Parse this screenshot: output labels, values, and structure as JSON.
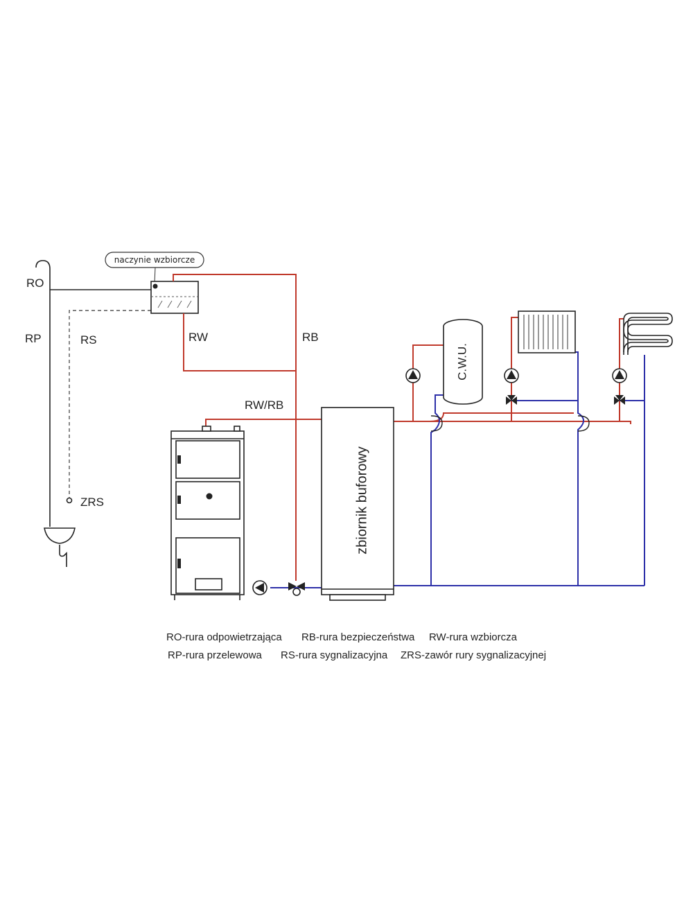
{
  "diagram": {
    "expansion_vessel_label": "naczynie wzbiorcze",
    "labels": {
      "ro": "RO",
      "rp": "RP",
      "rs": "RS",
      "zrs": "ZRS",
      "rw": "RW",
      "rb": "RB",
      "rwrb": "RW/RB"
    },
    "cwu_label": "C.W.U.",
    "buffer_tank_label": "zbiornik buforowy",
    "legend": [
      [
        "RO-rura odpowietrzająca",
        "RB-rura bezpieczeństwa",
        "RW-rura wzbiorcza"
      ],
      [
        "RP-rura przelewowa",
        "RS-rura sygnalizacyjna",
        "ZRS-zawór rury sygnalizacyjnej"
      ]
    ],
    "colors": {
      "supply_red": "#c0392b",
      "return_blue": "#2c2fa8",
      "outline": "#222222"
    }
  }
}
